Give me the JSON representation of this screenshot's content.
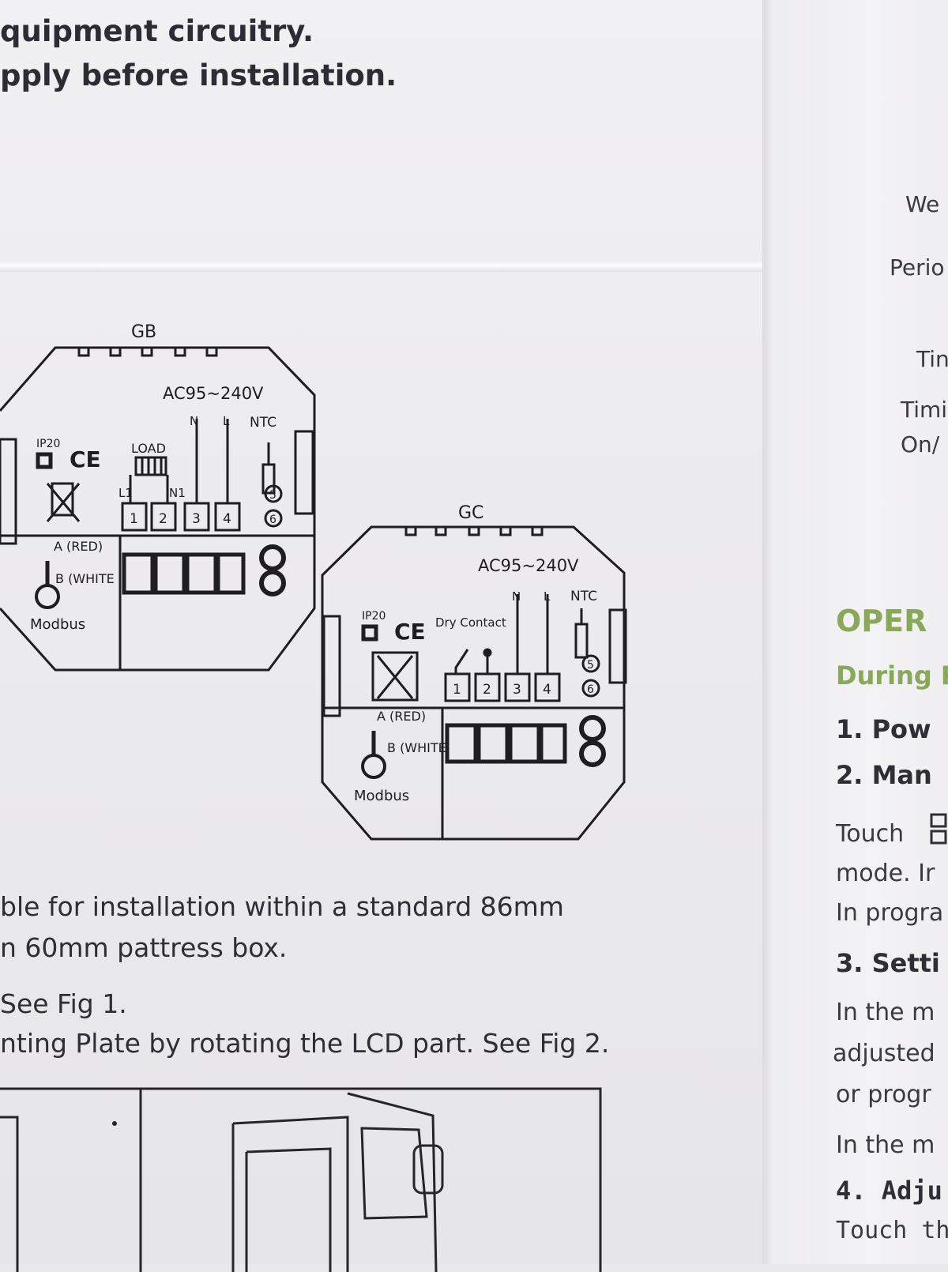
{
  "top_text": {
    "line1": "quipment circuitry.",
    "line2": "pply before installation."
  },
  "diagram_gb": {
    "title": "GB",
    "voltage": "AC95~240V",
    "n": "N",
    "l": "L",
    "ntc": "NTC",
    "ip": "IP20",
    "ce": "CE",
    "load": "LOAD",
    "l1": "L1",
    "n1": "N1",
    "t1": "1",
    "t2": "2",
    "t3": "3",
    "t4": "4",
    "t5": "5",
    "t6": "6",
    "a_red": "A (RED)",
    "b_white": "B (WHITE",
    "modbus": "Modbus"
  },
  "diagram_gc": {
    "title": "GC",
    "voltage": "AC95~240V",
    "n": "N",
    "l": "L",
    "ntc": "NTC",
    "ip": "IP20",
    "ce": "CE",
    "dry_contact": "Dry Contact",
    "t1": "1",
    "t2": "2",
    "t3": "3",
    "t4": "4",
    "t5": "5",
    "t6": "6",
    "a_red": "A (RED)",
    "b_white": "B (WHITE",
    "modbus": "Modbus"
  },
  "bottom_text": {
    "line1": "ble for installation within a standard 86mm",
    "line2": "n 60mm pattress box.",
    "line3": "See Fig 1.",
    "line4": "nting Plate by rotating the LCD part. See Fig 2."
  },
  "right_column": {
    "we": "We",
    "perio": "Perio",
    "tin": "Tin",
    "timi": "Timi",
    "on": "On/",
    "oper": "OPER",
    "during": "During P",
    "item1": "1. Pow",
    "item2": "2. Man",
    "touch": "Touch",
    "mode": "mode. Ir",
    "progra": "In progra",
    "item3": "3. Setti",
    "inthe1": "In the m",
    "adjusted": "adjusted",
    "orprogr": "or progr",
    "inthe2": "In the m",
    "item4": "4. Adju",
    "touchth": "Touch th"
  }
}
